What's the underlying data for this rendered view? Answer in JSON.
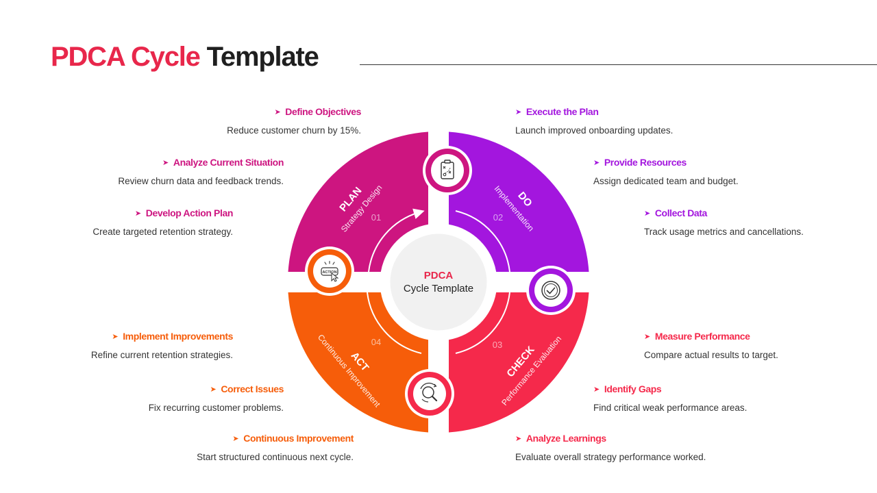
{
  "title": {
    "accent": "PDCA Cycle",
    "rest": "Template"
  },
  "center": {
    "line1": "PDCA",
    "line2": "Cycle Template"
  },
  "colors": {
    "plan": "#cd1580",
    "do": "#a316de",
    "check": "#f5294b",
    "act": "#f65d0a",
    "title_accent": "#e8274b"
  },
  "segments": {
    "plan": {
      "label": "PLAN",
      "sub": "Strategy Design",
      "num": "01",
      "icon": "strategy-board-icon"
    },
    "do": {
      "label": "DO",
      "sub": "Implementation",
      "num": "02",
      "icon": "checkmark-badge-icon"
    },
    "check": {
      "label": "CHECK",
      "sub": "Performance Evaluation",
      "num": "03",
      "icon": "magnifier-refresh-icon"
    },
    "act": {
      "label": "ACT",
      "sub": "Continuous Improvement",
      "num": "04",
      "icon": "action-click-icon",
      "icon_text": "ACTION"
    }
  },
  "plan_items": [
    {
      "heading": "Define Objectives",
      "desc": "Reduce customer churn by 15%."
    },
    {
      "heading": "Analyze Current Situation",
      "desc": "Review churn data and feedback trends."
    },
    {
      "heading": "Develop Action Plan",
      "desc": "Create targeted retention strategy."
    }
  ],
  "do_items": [
    {
      "heading": "Execute the Plan",
      "desc": "Launch improved onboarding updates."
    },
    {
      "heading": "Provide Resources",
      "desc": "Assign dedicated team and budget."
    },
    {
      "heading": "Collect Data",
      "desc": "Track usage metrics and cancellations."
    }
  ],
  "act_items": [
    {
      "heading": "Implement Improvements",
      "desc": "Refine current retention strategies."
    },
    {
      "heading": "Correct Issues",
      "desc": "Fix recurring customer problems."
    },
    {
      "heading": "Continuous Improvement",
      "desc": "Start structured continuous next cycle."
    }
  ],
  "check_items": [
    {
      "heading": "Measure Performance",
      "desc": "Compare actual results to target."
    },
    {
      "heading": "Identify Gaps",
      "desc": "Find critical weak performance areas."
    },
    {
      "heading": "Analyze Learnings",
      "desc": "Evaluate overall strategy performance worked."
    }
  ]
}
